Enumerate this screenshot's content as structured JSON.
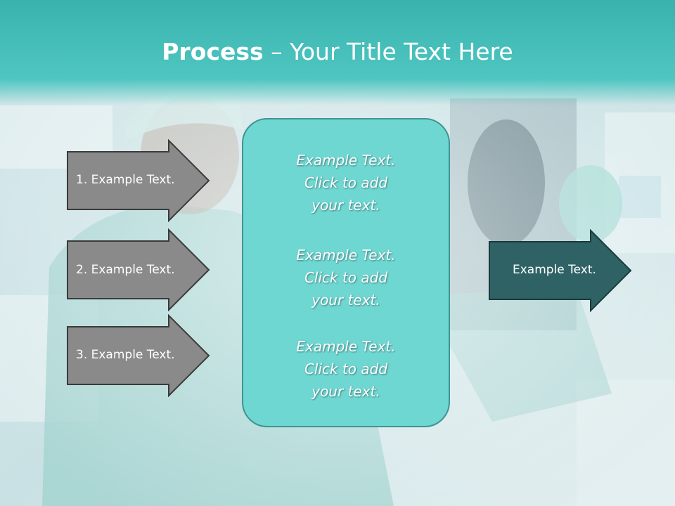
{
  "slide": {
    "title_bold": "Process",
    "title_rest": " – Your Title Text Here"
  },
  "inputs": [
    {
      "label": "1. Example Text."
    },
    {
      "label": "2. Example Text."
    },
    {
      "label": "3. Example Text."
    }
  ],
  "center": {
    "paragraphs": [
      {
        "line1": "Example Text.",
        "line2": "Click  to add",
        "line3": "your text."
      },
      {
        "line1": "Example Text.",
        "line2": "Click  to add",
        "line3": "your text."
      },
      {
        "line1": "Example Text.",
        "line2": "Click  to add",
        "line3": "your text."
      }
    ]
  },
  "output": {
    "label": "Example Text."
  },
  "colors": {
    "title_band": "#4fc4c0",
    "input_arrow_fill": "#8a8a8a",
    "output_arrow_fill": "#2f6265",
    "center_box_fill": "#6fd7d2",
    "center_box_border": "#3d9591"
  }
}
